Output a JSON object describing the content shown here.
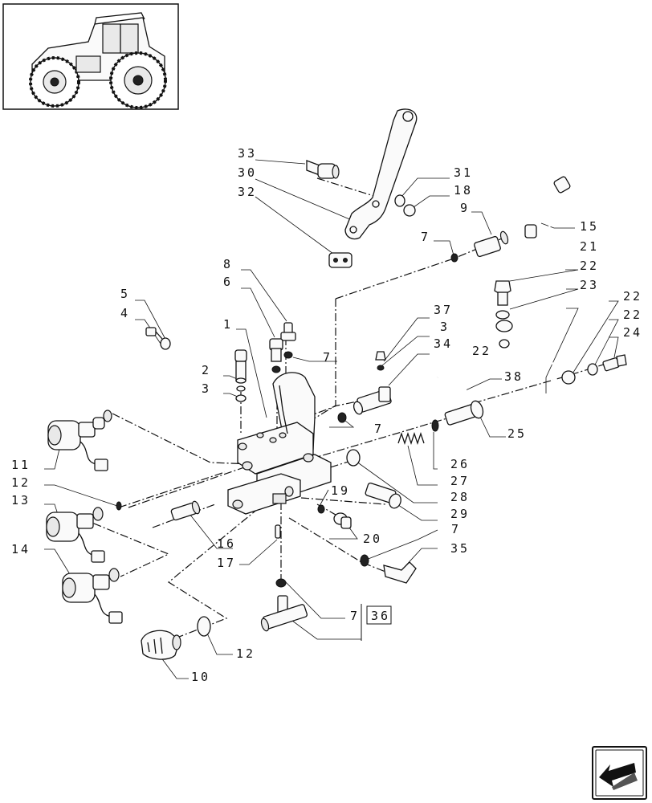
{
  "callouts": [
    {
      "id": "c33",
      "text": "33"
    },
    {
      "id": "c30",
      "text": "30"
    },
    {
      "id": "c32",
      "text": "32"
    },
    {
      "id": "c31",
      "text": "31"
    },
    {
      "id": "c18",
      "text": "18"
    },
    {
      "id": "c9",
      "text": "9"
    },
    {
      "id": "c15",
      "text": "15"
    },
    {
      "id": "c7a",
      "text": "7"
    },
    {
      "id": "c21",
      "text": "21"
    },
    {
      "id": "c22a",
      "text": "22"
    },
    {
      "id": "c23",
      "text": "23"
    },
    {
      "id": "c8",
      "text": "8"
    },
    {
      "id": "c6",
      "text": "6"
    },
    {
      "id": "c5",
      "text": "5"
    },
    {
      "id": "c4",
      "text": "4"
    },
    {
      "id": "c1",
      "text": "1"
    },
    {
      "id": "c7b",
      "text": "7"
    },
    {
      "id": "c37",
      "text": "37"
    },
    {
      "id": "c3a",
      "text": "3"
    },
    {
      "id": "c34",
      "text": "34"
    },
    {
      "id": "c22b",
      "text": "22"
    },
    {
      "id": "c22c",
      "text": "22"
    },
    {
      "id": "c22d",
      "text": "22"
    },
    {
      "id": "c24",
      "text": "24"
    },
    {
      "id": "c2",
      "text": "2"
    },
    {
      "id": "c3b",
      "text": "3"
    },
    {
      "id": "c38",
      "text": "38"
    },
    {
      "id": "c7c",
      "text": "7"
    },
    {
      "id": "c25",
      "text": "25"
    },
    {
      "id": "c11",
      "text": "11"
    },
    {
      "id": "c26",
      "text": "26"
    },
    {
      "id": "c12a",
      "text": "12"
    },
    {
      "id": "c27",
      "text": "27"
    },
    {
      "id": "c13",
      "text": "13"
    },
    {
      "id": "c28",
      "text": "28"
    },
    {
      "id": "c19",
      "text": "19"
    },
    {
      "id": "c29",
      "text": "29"
    },
    {
      "id": "c16",
      "text": "16"
    },
    {
      "id": "c20",
      "text": "20"
    },
    {
      "id": "c14",
      "text": "14"
    },
    {
      "id": "c17",
      "text": "17"
    },
    {
      "id": "c7d",
      "text": "7"
    },
    {
      "id": "c35",
      "text": "35"
    },
    {
      "id": "c7e",
      "text": "7"
    },
    {
      "id": "c36",
      "text": "36"
    },
    {
      "id": "c12b",
      "text": "12"
    },
    {
      "id": "c10",
      "text": "10"
    }
  ]
}
